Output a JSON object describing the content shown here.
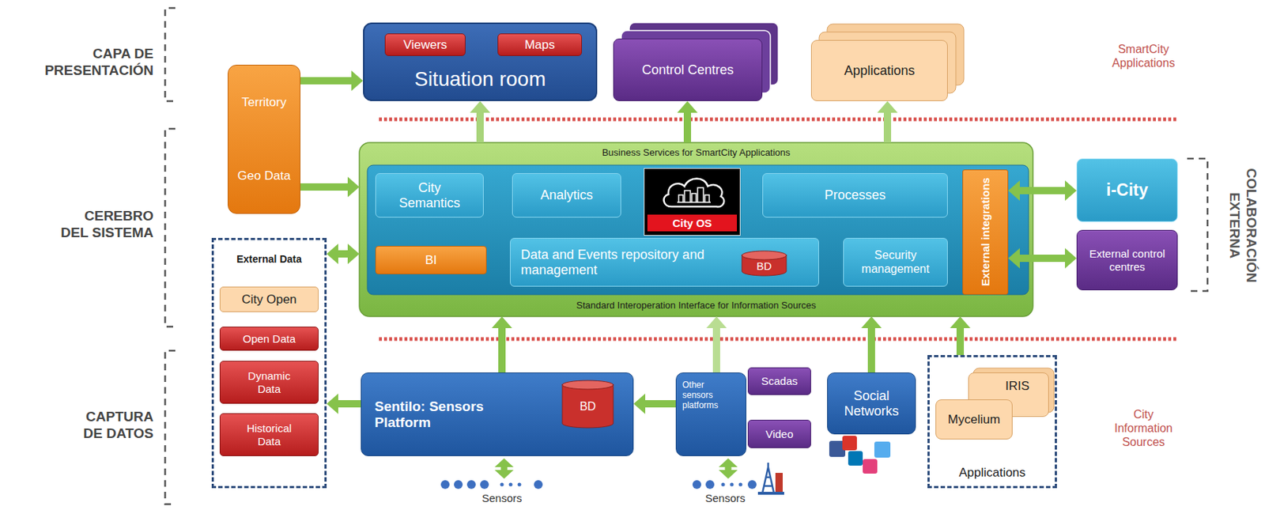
{
  "diagram": {
    "nodes": [
      {
        "text": [
          "Situation room"
        ]
      },
      {
        "text": [
          "Viewers"
        ],
        "in": 0
      },
      {
        "text": [
          "Maps"
        ],
        "in": 0
      },
      {
        "text": [
          "Control Centres"
        ]
      },
      {
        "text": [
          "Applications"
        ]
      },
      {
        "text": [
          "Territory",
          "Geo Data"
        ]
      },
      {
        "text": [
          "Business Services for SmartCity Applications",
          "Standard Interoperation Interface for Information Sources"
        ]
      },
      {
        "text": [
          "City Semantics"
        ],
        "in": 6
      },
      {
        "text": [
          "Analytics"
        ],
        "in": 6
      },
      {
        "text": [
          "City OS"
        ],
        "in": 6
      },
      {
        "text": [
          "Processes"
        ],
        "in": 6
      },
      {
        "text": [
          "BI"
        ],
        "in": 6
      },
      {
        "text": [
          "Data and Events repository and management"
        ],
        "in": 6
      },
      {
        "text": [
          "BD"
        ],
        "in": 12
      },
      {
        "text": [
          "Security management"
        ],
        "in": 6
      },
      {
        "text": [
          "External integrations"
        ],
        "in": 6
      },
      {
        "text": [
          "i-City"
        ]
      },
      {
        "text": [
          "External control centres"
        ]
      },
      {
        "text": [
          "External Data"
        ]
      },
      {
        "text": [
          "City Open"
        ],
        "in": 18
      },
      {
        "text": [
          "Open Data"
        ],
        "in": 18
      },
      {
        "text": [
          "Dynamic Data"
        ],
        "in": 18
      },
      {
        "text": [
          "Historical Data"
        ],
        "in": 18
      },
      {
        "text": [
          "Sentilo: Sensors Platform"
        ]
      },
      {
        "text": [
          "BD"
        ],
        "in": 23
      },
      {
        "text": [
          "Other sensors platforms"
        ]
      },
      {
        "text": [
          "Scadas"
        ]
      },
      {
        "text": [
          "Video"
        ]
      },
      {
        "text": [
          "Social Networks"
        ]
      },
      {
        "text": [
          "Applications"
        ]
      },
      {
        "text": [
          "IRIS"
        ],
        "in": 29
      },
      {
        "text": [
          "Mycelium"
        ],
        "in": 29
      }
    ],
    "edges": [
      {
        "from": 5,
        "to": 0,
        "arrow": "to"
      },
      {
        "from": 5,
        "to": 6,
        "arrow": "to"
      },
      {
        "from": 6,
        "to": 0,
        "arrow": "to"
      },
      {
        "from": 6,
        "to": 3,
        "arrow": "to"
      },
      {
        "from": 6,
        "to": 4,
        "arrow": "to"
      },
      {
        "from": 18,
        "to": 6,
        "arrow": "both"
      },
      {
        "from": 15,
        "to": 16,
        "arrow": "both"
      },
      {
        "from": 15,
        "to": 17,
        "arrow": "both"
      },
      {
        "from": 23,
        "to": 6,
        "arrow": "to"
      },
      {
        "from": 25,
        "to": 6,
        "arrow": "to"
      },
      {
        "from": 28,
        "to": 6,
        "arrow": "to"
      },
      {
        "from": 29,
        "to": 6,
        "arrow": "to"
      },
      {
        "from": 23,
        "to": 18,
        "arrow": "to"
      },
      {
        "from": 25,
        "to": 23,
        "arrow": "to"
      }
    ],
    "labels": [
      "CAPA DE PRESENTACIÓN",
      "SmartCity Applications",
      "CEREBRO DEL SISTEMA",
      "COLABORACIÓN EXTERNA",
      "CAPTURA DE DATOS",
      "City Information Sources",
      "Sensors",
      "Sensors"
    ]
  }
}
